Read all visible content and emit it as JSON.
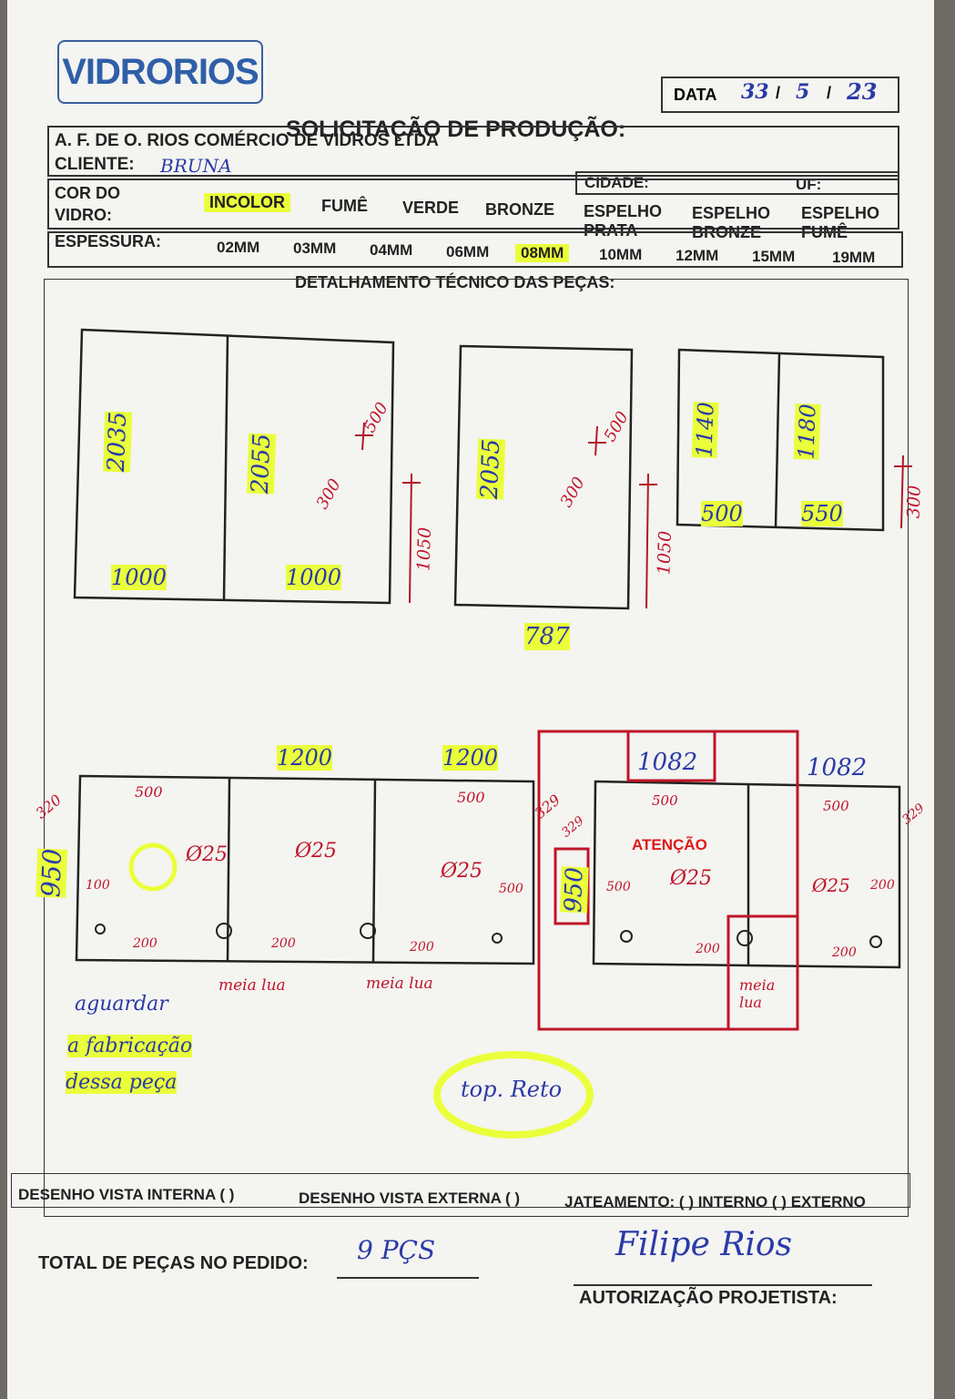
{
  "header": {
    "logo_text": "VIDRORIOS",
    "date_label": "DATA",
    "date_day": "33",
    "date_month": "5",
    "date_year": "23",
    "title": "SOLICITAÇÃO DE PRODUÇÃO:",
    "company": "A. F. DE O. RIOS COMÉRCIO DE VIDROS LTDA",
    "client_label": "CLIENTE:",
    "client_value": "BRUNA",
    "city_label": "CIDADE:",
    "uf_label": "UF:"
  },
  "glass": {
    "color_label_1": "COR DO",
    "color_label_2": "VIDRO:",
    "colors": [
      "INCOLOR",
      "FUMÊ",
      "VERDE",
      "BRONZE",
      "ESPELHO PRATA",
      "ESPELHO BRONZE",
      "ESPELHO FUMÊ"
    ],
    "selected_color": "INCOLOR",
    "thickness_label": "ESPESSURA:",
    "thicknesses": [
      "02MM",
      "03MM",
      "04MM",
      "06MM",
      "08MM",
      "10MM",
      "12MM",
      "15MM",
      "19MM"
    ],
    "selected_thickness": "08MM",
    "highlight_color": "#eaff3a"
  },
  "section_title": "DETALHAMENTO TÉCNICO DAS PEÇAS:",
  "drawing": {
    "p1_height_a": "2035",
    "p1_height_b": "2055",
    "p1_w_a": "1000",
    "p1_w_b": "1000",
    "p1_dim_500": "500",
    "p1_dim_300": "300",
    "p1_dim_1050": "1050",
    "p2_height": "2055",
    "p2_dim_500": "500",
    "p2_dim_300": "300",
    "p2_dim_1050": "1050",
    "p2_width": "787",
    "p3_h_a": "1140",
    "p3_h_b": "1180",
    "p3_w_a": "500",
    "p3_w_b": "550",
    "p3_dim_300": "300",
    "p4_w_a": "1200",
    "p4_w_b": "1200",
    "p4_height": "950",
    "p4_d_320": "320",
    "p4_d_500a": "500",
    "p4_d_500b": "500",
    "p4_d_100": "100",
    "p4_d_329": "329",
    "p4_phi_a": "Ø25",
    "p4_phi_b": "Ø25",
    "p4_phi_c": "Ø25",
    "p4_d_200a": "200",
    "p4_d_200b": "200",
    "p4_d_200c": "200",
    "p4_d_500c": "500",
    "p5_w_a": "1082",
    "p5_w_b": "1082",
    "p5_height": "950",
    "p5_d_329a": "329",
    "p5_d_329b": "329",
    "p5_d_500a": "500",
    "p5_d_500b": "500",
    "p5_d_500c": "500",
    "p5_phi_a": "Ø25",
    "p5_phi_b": "Ø25",
    "p5_d_200a": "200",
    "p5_d_200b": "200",
    "p5_d_200c": "200",
    "meia_lua_1": "meia lua",
    "meia_lua_2": "meia lua",
    "meia_lua_3": "meia lua",
    "note_1": "aguardar",
    "note_2": "a fabricação",
    "note_3": "dessa peça",
    "note_top": "top. Reto",
    "attention": "ATENÇÃO"
  },
  "footer": {
    "view_internal": "DESENHO VISTA INTERNA ( )",
    "view_external": "DESENHO VISTA EXTERNA ( )",
    "jateamento": "JATEAMENTO: ( ) INTERNO ( ) EXTERNO",
    "total_label": "TOTAL DE PEÇAS NO PEDIDO:",
    "total_value": "9 PÇS",
    "signature": "Filipe Rios",
    "authorization_label": "AUTORIZAÇÃO PROJETISTA:"
  }
}
